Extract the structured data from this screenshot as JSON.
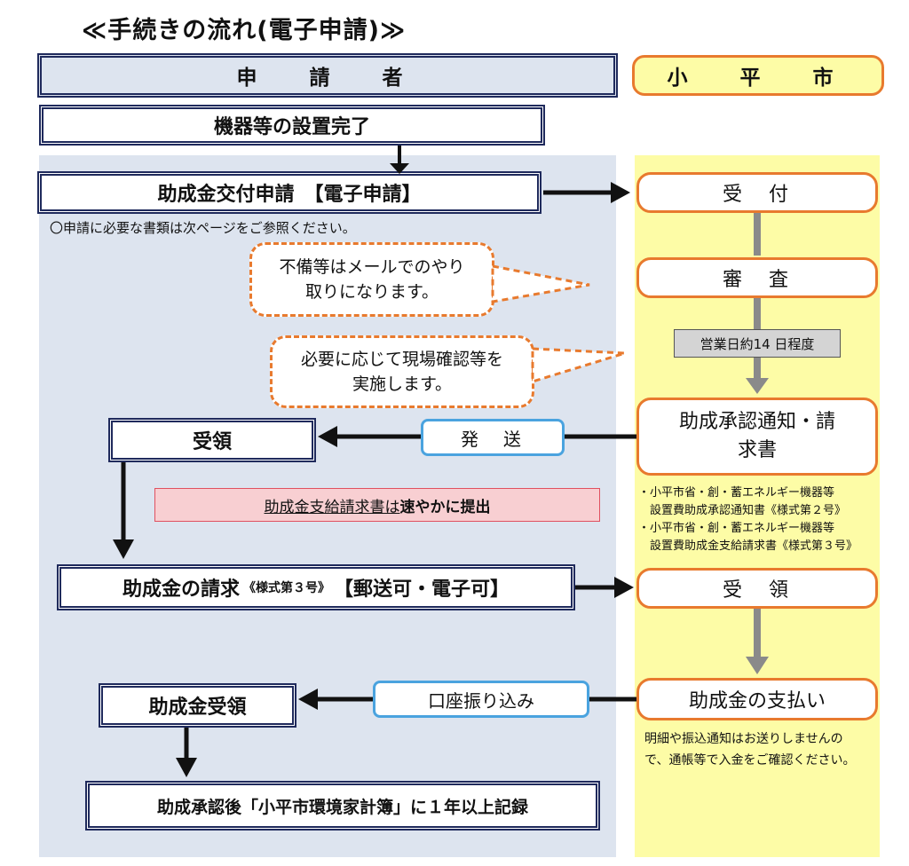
{
  "title": "≪手続きの流れ(電子申請)≫",
  "lanes": {
    "applicant": "申　請　者",
    "city": "小　平　市"
  },
  "applicant_steps": {
    "install": "機器等の設置完了",
    "apply": "助成金交付申請　【電子申請】",
    "apply_note": "〇申請に必要な書類は次ページをご参照ください。",
    "receive": "受領",
    "claim_main": "助成金の請求",
    "claim_form": "《様式第３号》",
    "claim_tail": "【郵送可・電子可】",
    "funds_received": "助成金受領",
    "record": "助成承認後「小平市環境家計簿」に１年以上記録"
  },
  "bubbles": {
    "email": "不備等はメールでのやり取りになります。",
    "onsite": "必要に応じて現場確認等を実施します。"
  },
  "city_steps": {
    "reception": "受　付",
    "review": "審　査",
    "duration": "営業日約14 日程度",
    "approval": "助成承認通知・請求書",
    "approval_docs": [
      "・小平市省・創・蓄エネルギー機器等",
      "　設置費助成承認通知書《様式第２号》",
      "・小平市省・創・蓄エネルギー機器等",
      "　設置費助成金支給請求書《様式第３号》"
    ],
    "claim_received": "受　領",
    "payment": "助成金の支払い",
    "payment_note": [
      "明細や振込通知はお送りしませんの",
      "で、通帳等で入金をご確認ください。"
    ]
  },
  "connectors": {
    "send": "発　送",
    "transfer": "口座振り込み"
  },
  "pink_note": {
    "underlined": "助成金支給請求書は",
    "bold": "速やかに提出"
  },
  "colors": {
    "navy": "#1f2a5c",
    "orange": "#e87a2e",
    "blue": "#4aa3df",
    "applicant_bg": "#dde4ef",
    "city_bg": "#fdfca6",
    "pink": "#f8cfd2"
  }
}
